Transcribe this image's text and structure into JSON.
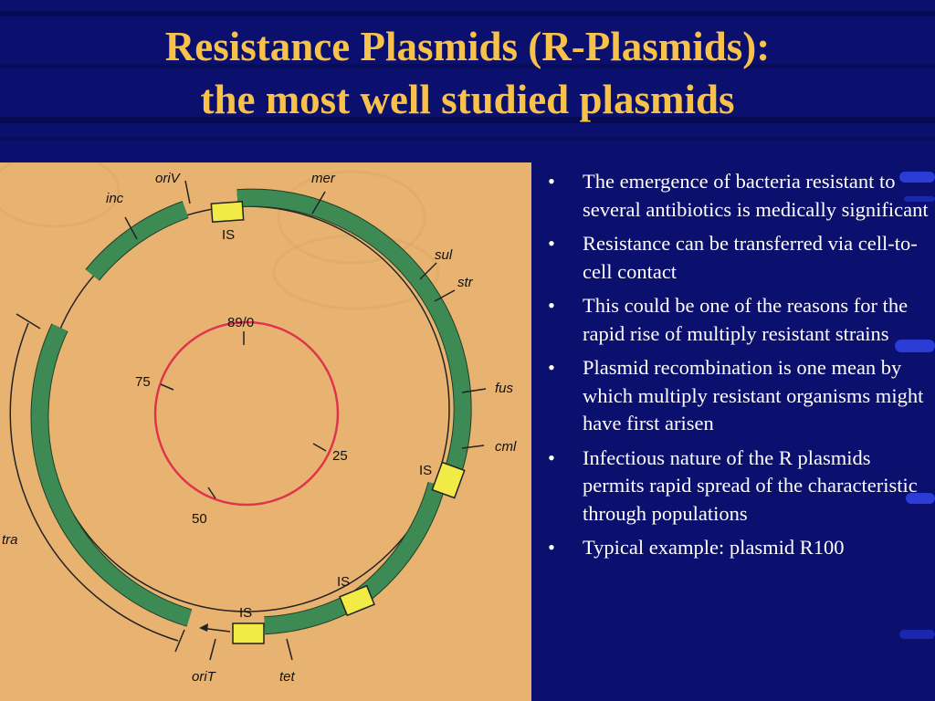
{
  "slide": {
    "title_line1": "Resistance Plasmids (R-Plasmids):",
    "title_line2": "the most well studied plasmids",
    "colors": {
      "background": "#0b0f6e",
      "title": "#f7c14a",
      "text": "#ffffff",
      "panel": "#e8b371",
      "segment": "#3e8a55",
      "is_element": "#f2ea45",
      "inner_circle": "#e0344d"
    }
  },
  "diagram": {
    "inner_ticks": [
      "89/0",
      "25",
      "50",
      "75"
    ],
    "gene_labels": {
      "oriV": "oriV",
      "inc": "inc",
      "mer": "mer",
      "sul": "sul",
      "str": "str",
      "fus": "fus",
      "cml": "cml",
      "tet": "tet",
      "oriT": "oriT",
      "tra": "tra"
    },
    "is_labels": [
      "IS",
      "IS",
      "IS",
      "IS"
    ]
  },
  "bullets": [
    {
      "marker": "•",
      "text": "The emergence of bacteria resistant to several antibiotics is medically significant"
    },
    {
      "marker": "•",
      "text": "Resistance can be transferred via cell-to-cell contact"
    },
    {
      "marker": "•",
      "text": "This could be one of the reasons for the rapid rise of multiply resistant strains"
    },
    {
      "marker": "•",
      "text": "Plasmid recombination is one mean by which multiply resistant organisms might have first arisen"
    },
    {
      "marker": "•",
      "text": "Infectious nature of the R plasmids permits rapid spread of the characteristic through populations"
    },
    {
      "marker": "•",
      "text": "Typical example: plasmid R100"
    }
  ]
}
